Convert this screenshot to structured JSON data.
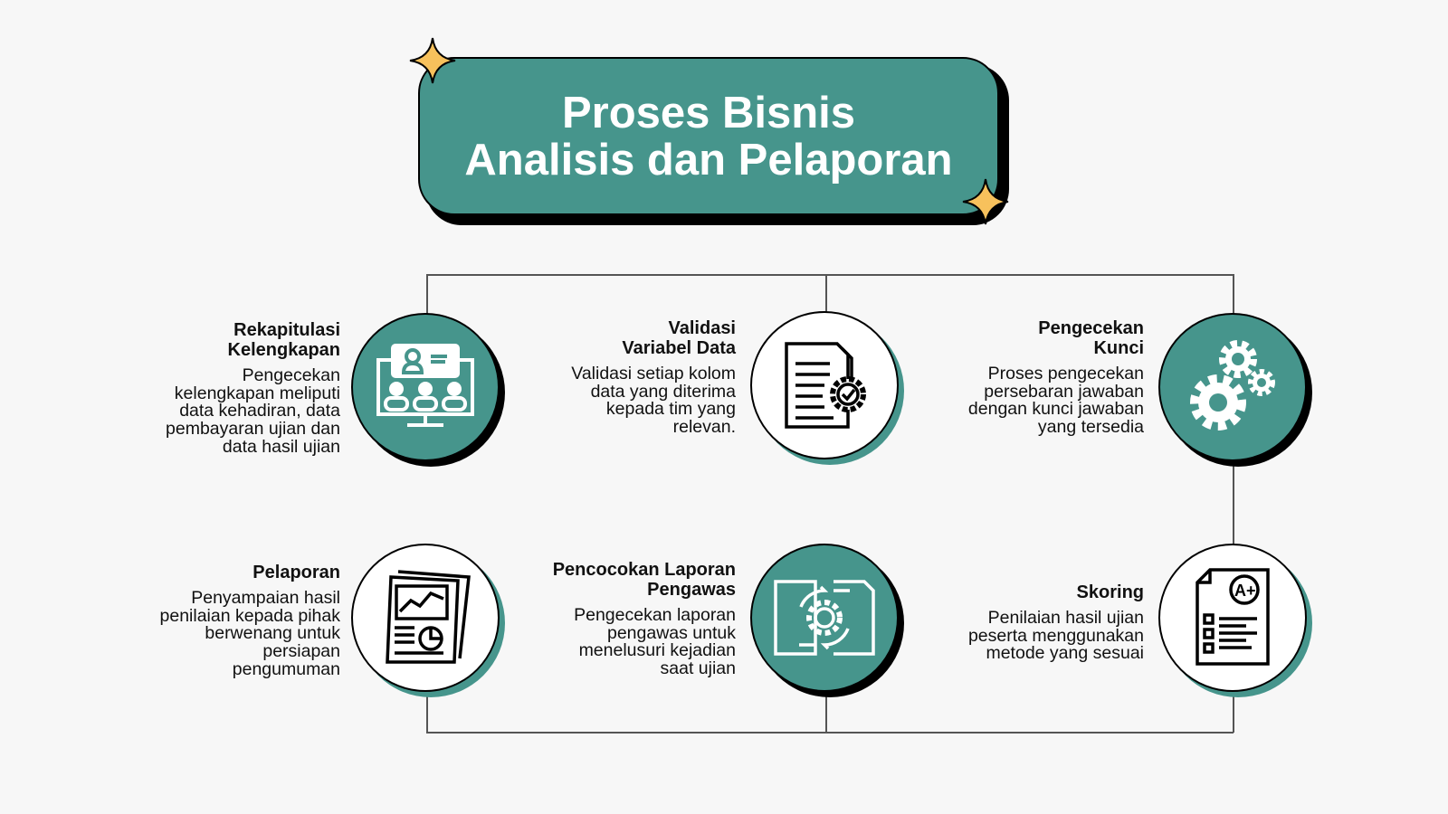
{
  "title": {
    "line1": "Proses Bisnis",
    "line2": "Analisis dan Pelaporan"
  },
  "colors": {
    "teal": "#46958c",
    "star": "#f7c15c",
    "background": "#f7f7f7"
  },
  "steps": [
    {
      "title": "Rekapitulasi\nKelengkapan",
      "description": "Pengecekan\nkelengkapan meliputi\ndata kehadiran, data\npembayaran ujian dan\ndata hasil ujian",
      "icon": "online-meeting-icon"
    },
    {
      "title": "Validasi\nVariabel Data",
      "description": "Validasi setiap kolom\ndata yang diterima\nkepada tim yang\nrelevan.",
      "icon": "document-gear-check-icon"
    },
    {
      "title": "Pengecekan\nKunci",
      "description": "Proses pengecekan\npersebaran jawaban\ndengan kunci jawaban\nyang tersedia",
      "icon": "gears-icon"
    },
    {
      "title": "Skoring",
      "description": "Penilaian hasil ujian\npeserta menggunakan\nmetode yang sesuai",
      "icon": "graded-test-icon"
    },
    {
      "title": "Pencocokan Laporan\nPengawas",
      "description": "Pengecekan laporan\npengawas untuk\nmenelusuri kejadian\nsaat ujian",
      "icon": "document-sync-icon"
    },
    {
      "title": "Pelaporan",
      "description": "Penyampaian hasil\npenilaian kepada pihak\nberwenang untuk\npersiapan\npengumuman",
      "icon": "report-chart-icon"
    }
  ]
}
